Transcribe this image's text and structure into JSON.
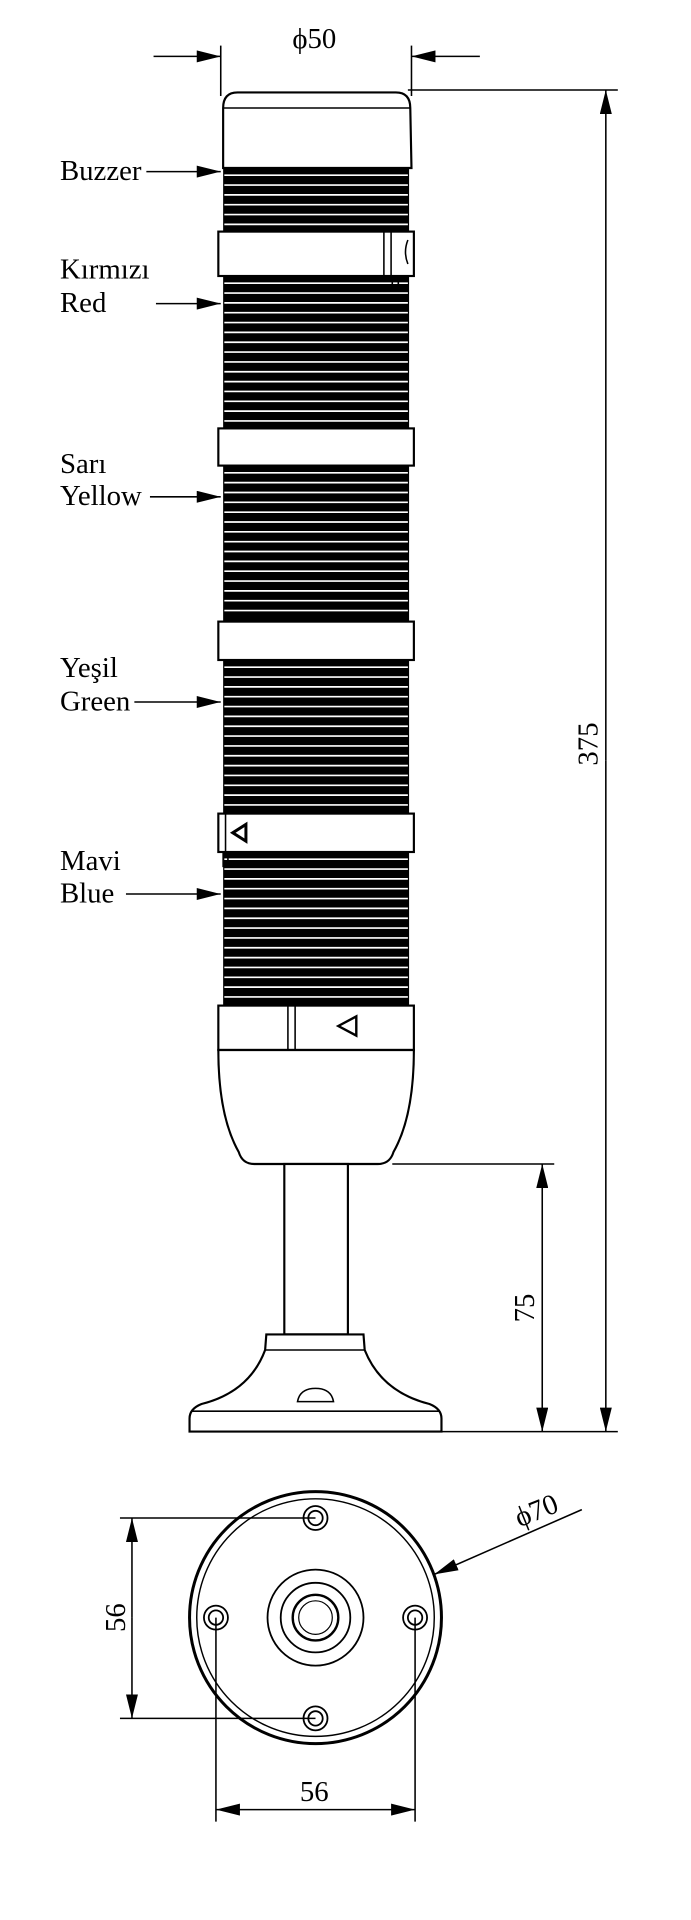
{
  "labels": {
    "buzzer": "Buzzer",
    "red_tr": "Kırmızı",
    "red_en": "Red",
    "yellow_tr": "Sarı",
    "yellow_en": "Yellow",
    "green_tr": "Yeşil",
    "green_en": "Green",
    "blue_tr": "Mavi",
    "blue_en": "Blue"
  },
  "dimensions": {
    "diameter_top": "ϕ50",
    "total_height": "375",
    "pole_height": "75",
    "base_diameter": "ϕ70",
    "hole_spacing_vertical": "56",
    "hole_spacing_horizontal": "56"
  },
  "colors": {
    "line": "#000000",
    "background": "#ffffff"
  }
}
